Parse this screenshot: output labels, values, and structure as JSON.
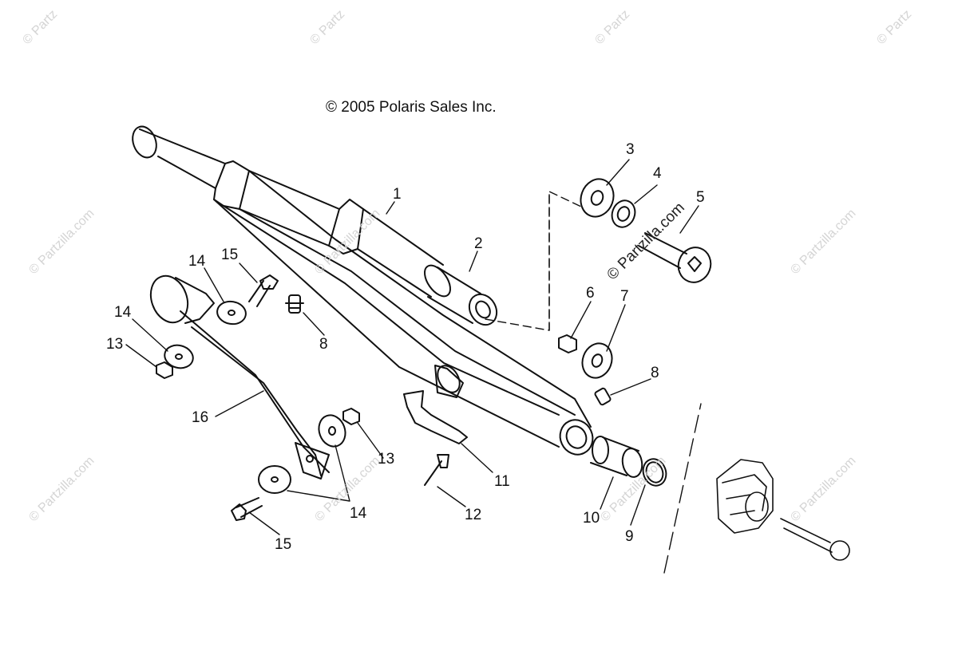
{
  "copyright": "© 2005 Polaris Sales Inc.",
  "watermark": {
    "text": "© Partzilla.com",
    "corner_text": "© Partz"
  },
  "callouts": [
    {
      "id": "c1",
      "label": "1"
    },
    {
      "id": "c2",
      "label": "2"
    },
    {
      "id": "c3",
      "label": "3"
    },
    {
      "id": "c4",
      "label": "4"
    },
    {
      "id": "c5",
      "label": "5"
    },
    {
      "id": "c6",
      "label": "6"
    },
    {
      "id": "c7",
      "label": "7"
    },
    {
      "id": "c8a",
      "label": "8"
    },
    {
      "id": "c8b",
      "label": "8"
    },
    {
      "id": "c9",
      "label": "9"
    },
    {
      "id": "c10",
      "label": "10"
    },
    {
      "id": "c11",
      "label": "11"
    },
    {
      "id": "c12",
      "label": "12"
    },
    {
      "id": "c13a",
      "label": "13"
    },
    {
      "id": "c13b",
      "label": "13"
    },
    {
      "id": "c14a",
      "label": "14"
    },
    {
      "id": "c14b",
      "label": "14"
    },
    {
      "id": "c14c",
      "label": "14"
    },
    {
      "id": "c15a",
      "label": "15"
    },
    {
      "id": "c15b",
      "label": "15"
    },
    {
      "id": "c16",
      "label": "16"
    }
  ],
  "colors": {
    "line": "#111111",
    "watermark": "#d4d4d4",
    "background": "#ffffff"
  }
}
